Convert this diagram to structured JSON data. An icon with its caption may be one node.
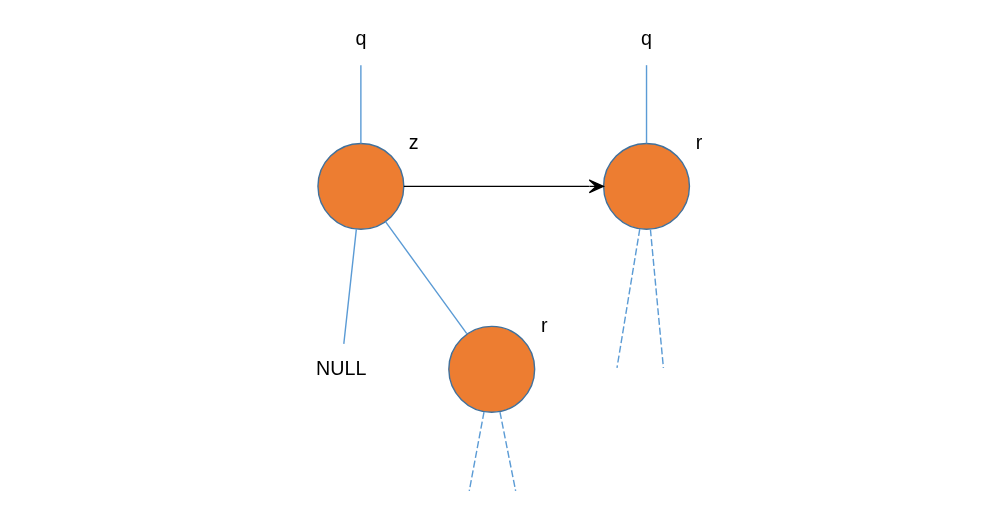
{
  "diagram": {
    "nodes": [
      {
        "text": [
          "q"
        ]
      },
      {
        "text": [],
        "shape": "circle",
        "beside": [
          "z"
        ]
      },
      {
        "text": [
          "NULL"
        ]
      },
      {
        "text": [],
        "shape": "circle",
        "beside": [
          "r"
        ]
      },
      {
        "text": [
          "q"
        ]
      },
      {
        "text": [],
        "shape": "circle",
        "beside": [
          "r"
        ]
      }
    ],
    "edges": [
      {
        "from": 0,
        "to": 1,
        "arrow": "none"
      },
      {
        "from": 1,
        "to": 2,
        "arrow": "none"
      },
      {
        "from": 1,
        "to": 3,
        "arrow": "none"
      },
      {
        "from": 3,
        "to": null,
        "arrow": "none",
        "style": "dashed"
      },
      {
        "from": 3,
        "to": null,
        "arrow": "none",
        "style": "dashed"
      },
      {
        "from": 1,
        "to": 5,
        "arrow": "to",
        "color": "#000000"
      },
      {
        "from": 4,
        "to": 5,
        "arrow": "none"
      },
      {
        "from": 5,
        "to": null,
        "arrow": "none",
        "style": "dashed"
      },
      {
        "from": 5,
        "to": null,
        "arrow": "none",
        "style": "dashed"
      }
    ]
  }
}
